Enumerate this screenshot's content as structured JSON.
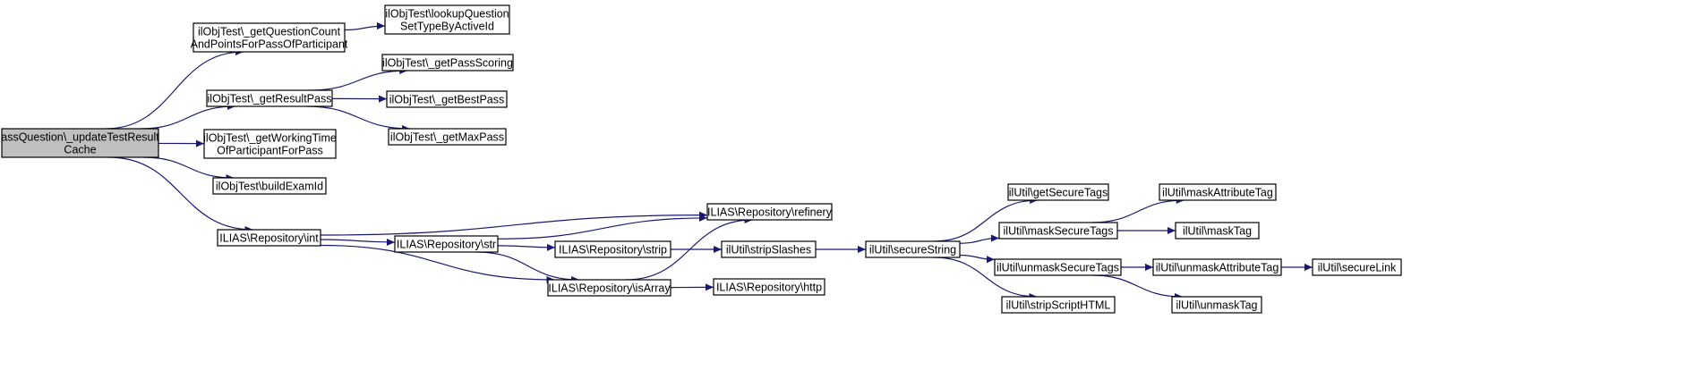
{
  "colors": {
    "edge": "#191970",
    "node_fill": "#ffffff",
    "root_fill": "#bfbfbf",
    "border": "#000000"
  },
  "nodes": {
    "root": {
      "lines": [
        "assQuestion\\_updateTestResult",
        "Cache"
      ]
    },
    "getQuestionCount": {
      "lines": [
        "ilObjTest\\_getQuestionCount",
        "AndPointsForPassOfParticipant"
      ]
    },
    "lookupQuestionSetType": {
      "lines": [
        "ilObjTest\\lookupQuestion",
        "SetTypeByActiveId"
      ]
    },
    "getResultPass": {
      "lines": [
        "ilObjTest\\_getResultPass"
      ]
    },
    "getPassScoring": {
      "lines": [
        "ilObjTest\\_getPassScoring"
      ]
    },
    "getBestPass": {
      "lines": [
        "ilObjTest\\_getBestPass"
      ]
    },
    "getMaxPass": {
      "lines": [
        "ilObjTest\\_getMaxPass"
      ]
    },
    "getWorkingTime": {
      "lines": [
        "ilObjTest\\_getWorkingTime",
        "OfParticipantForPass"
      ]
    },
    "buildExamId": {
      "lines": [
        "ilObjTest\\buildExamId"
      ]
    },
    "repoInt": {
      "lines": [
        "ILIAS\\Repository\\int"
      ]
    },
    "repoRefinery": {
      "lines": [
        "ILIAS\\Repository\\refinery"
      ]
    },
    "repoStr": {
      "lines": [
        "ILIAS\\Repository\\str"
      ]
    },
    "repoStrip": {
      "lines": [
        "ILIAS\\Repository\\strip"
      ]
    },
    "repoIsArray": {
      "lines": [
        "ILIAS\\Repository\\isArray"
      ]
    },
    "repoHttp": {
      "lines": [
        "ILIAS\\Repository\\http"
      ]
    },
    "stripSlashes": {
      "lines": [
        "ilUtil\\stripSlashes"
      ]
    },
    "secureString": {
      "lines": [
        "ilUtil\\secureString"
      ]
    },
    "getSecureTags": {
      "lines": [
        "ilUtil\\getSecureTags"
      ]
    },
    "maskSecureTags": {
      "lines": [
        "ilUtil\\maskSecureTags"
      ]
    },
    "unmaskSecureTags": {
      "lines": [
        "ilUtil\\unmaskSecureTags"
      ]
    },
    "stripScriptHTML": {
      "lines": [
        "ilUtil\\stripScriptHTML"
      ]
    },
    "maskAttributeTag": {
      "lines": [
        "ilUtil\\maskAttributeTag"
      ]
    },
    "maskTag": {
      "lines": [
        "ilUtil\\maskTag"
      ]
    },
    "unmaskAttributeTag": {
      "lines": [
        "ilUtil\\unmaskAttributeTag"
      ]
    },
    "unmaskTag": {
      "lines": [
        "ilUtil\\unmaskTag"
      ]
    },
    "secureLink": {
      "lines": [
        "ilUtil\\secureLink"
      ]
    }
  },
  "edges": [
    [
      "root",
      "getQuestionCount"
    ],
    [
      "root",
      "getResultPass"
    ],
    [
      "root",
      "getWorkingTime"
    ],
    [
      "root",
      "buildExamId"
    ],
    [
      "root",
      "repoInt"
    ],
    [
      "getQuestionCount",
      "lookupQuestionSetType"
    ],
    [
      "getResultPass",
      "getPassScoring"
    ],
    [
      "getResultPass",
      "getBestPass"
    ],
    [
      "getResultPass",
      "getMaxPass"
    ],
    [
      "repoInt",
      "repoRefinery"
    ],
    [
      "repoInt",
      "repoStr"
    ],
    [
      "repoInt",
      "repoIsArray"
    ],
    [
      "repoStr",
      "repoRefinery"
    ],
    [
      "repoStr",
      "repoStrip"
    ],
    [
      "repoStr",
      "repoIsArray"
    ],
    [
      "repoStrip",
      "stripSlashes"
    ],
    [
      "repoIsArray",
      "repoRefinery"
    ],
    [
      "repoIsArray",
      "repoHttp"
    ],
    [
      "stripSlashes",
      "secureString"
    ],
    [
      "secureString",
      "getSecureTags"
    ],
    [
      "secureString",
      "maskSecureTags"
    ],
    [
      "secureString",
      "unmaskSecureTags"
    ],
    [
      "secureString",
      "stripScriptHTML"
    ],
    [
      "maskSecureTags",
      "maskAttributeTag"
    ],
    [
      "maskSecureTags",
      "maskTag"
    ],
    [
      "unmaskSecureTags",
      "unmaskAttributeTag"
    ],
    [
      "unmaskSecureTags",
      "unmaskTag"
    ],
    [
      "unmaskAttributeTag",
      "secureLink"
    ]
  ]
}
